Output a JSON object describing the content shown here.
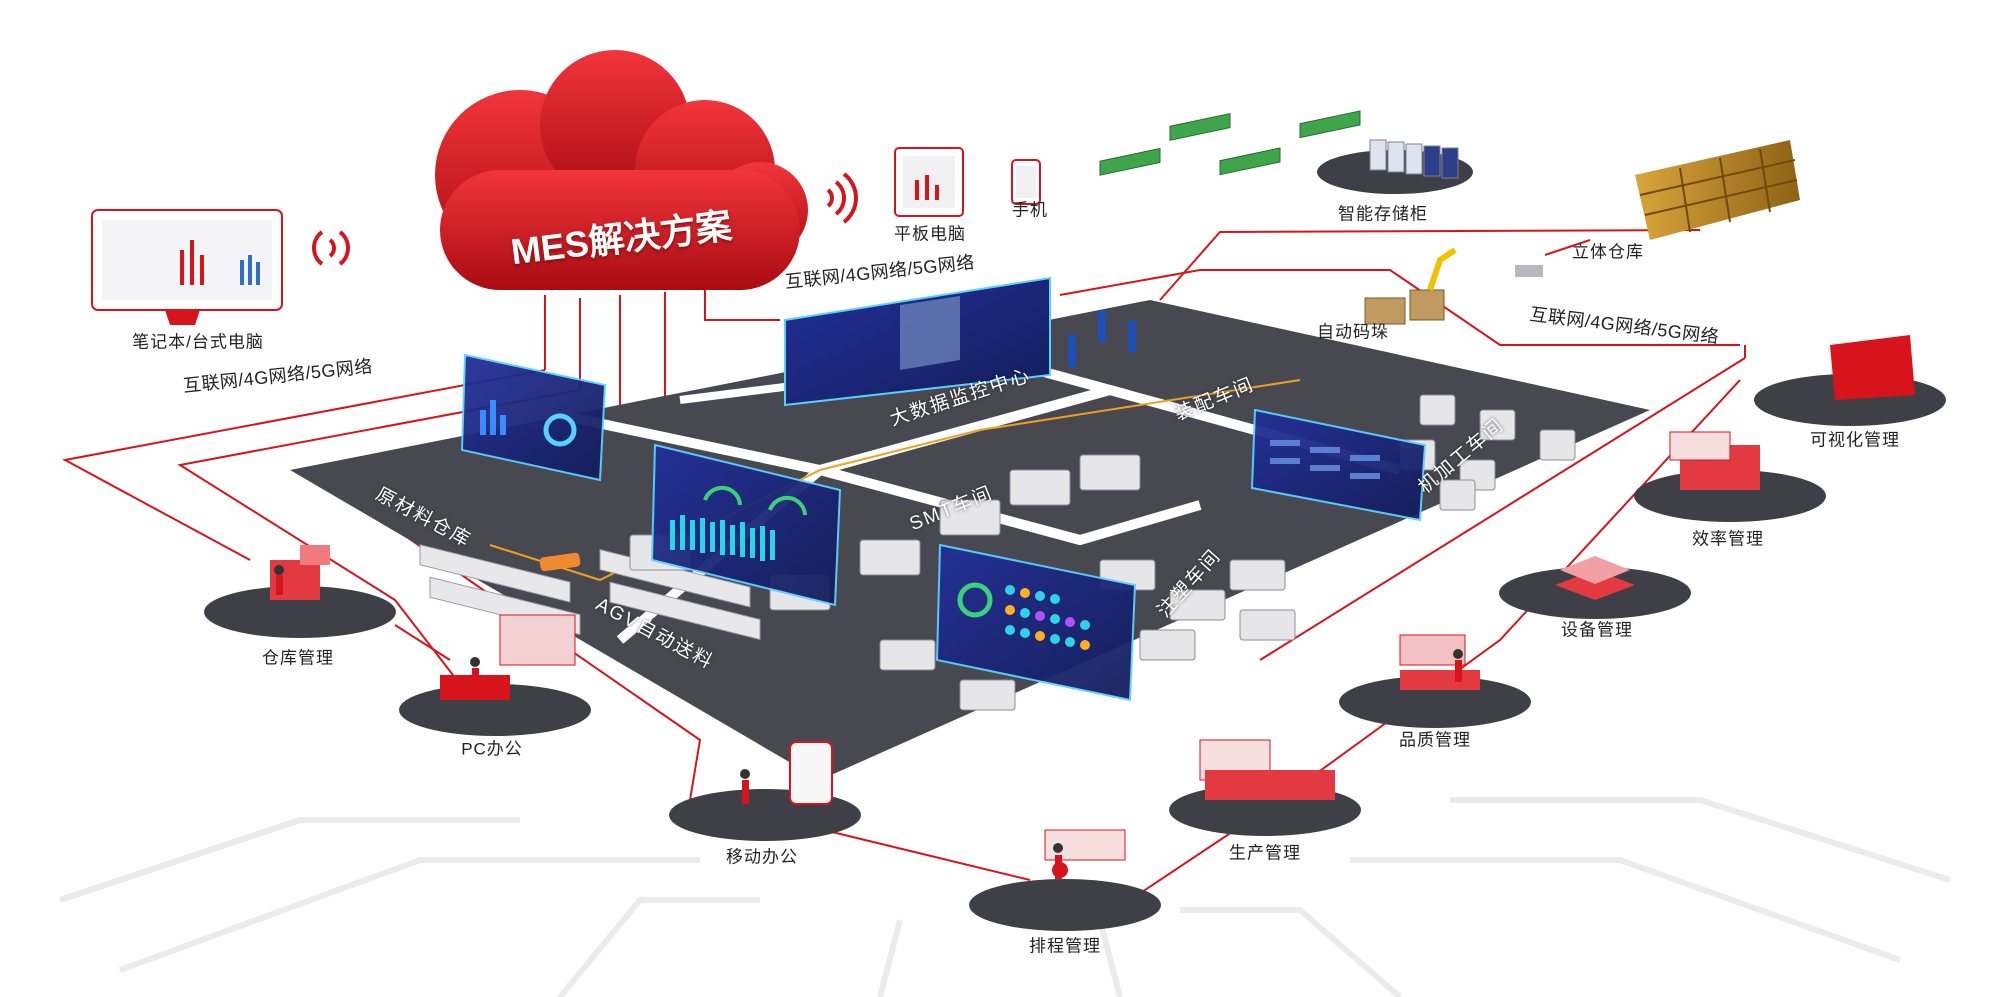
{
  "cloud": {
    "title": "MES解决方案",
    "color": "#d7141b"
  },
  "devices": {
    "desktop": "笔记本/台式电脑",
    "tablet": "平板电脑",
    "phone": "手机"
  },
  "network_labels": {
    "left": "互联网/4G网络/5G网络",
    "top": "互联网/4G网络/5G网络",
    "right": "互联网/4G网络/5G网络"
  },
  "top_right": {
    "cabinet": "智能存储柜",
    "warehouse": "立体仓库",
    "palletizer": "自动码垛"
  },
  "zones": {
    "raw_material": "原材料仓库",
    "big_data": "大数据监控中心",
    "assembly": "装配车间",
    "machining": "机加工车间",
    "smt": "SMT车间",
    "agv": "AGV自动送料",
    "injection": "注塑车间"
  },
  "modules_left": {
    "warehouse_mgmt": "仓库管理",
    "pc_office": "PC办公",
    "mobile_office": "移动办公",
    "scheduling": "排程管理"
  },
  "modules_right": {
    "visualization": "可视化管理",
    "efficiency": "效率管理",
    "equipment": "设备管理",
    "quality": "品质管理",
    "production": "生产管理"
  },
  "colors": {
    "accent": "#d7141b",
    "floor": "#46464f",
    "screen": "#1c2a7a",
    "platform": "#3f3f48"
  }
}
